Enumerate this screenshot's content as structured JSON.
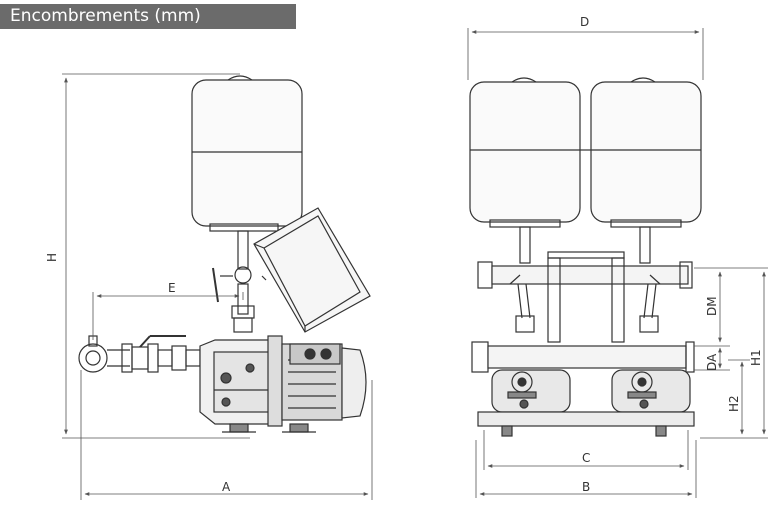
{
  "header": {
    "title": "Encombrements (mm)"
  },
  "dimensions": {
    "A": "A",
    "B": "B",
    "C": "C",
    "D": "D",
    "E": "E",
    "H": "H",
    "H1": "H1",
    "H2": "H2",
    "DA": "DA",
    "DM": "DM"
  },
  "colors": {
    "line": "#333333",
    "dim": "#555555",
    "fill": "#f2f2f2",
    "dark": "#222222"
  }
}
